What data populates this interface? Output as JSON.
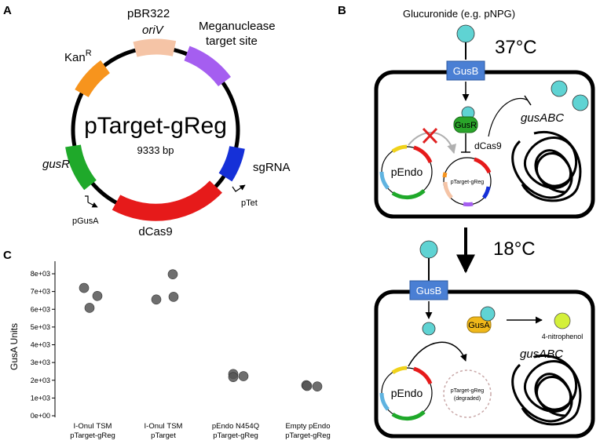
{
  "panel_a": {
    "label": "A",
    "plasmid_name": "pTarget-gReg",
    "size": "9333 bp",
    "features": {
      "pbr322": "pBR322",
      "oriv": "oriV",
      "meganuclease_line1": "Meganuclease",
      "meganuclease_line2": "target site",
      "kanr_main": "Kan",
      "kanr_sup": "R",
      "gusr": "gusR",
      "sgrna": "sgRNA",
      "dcas9": "dCas9",
      "pgusa": "pGusA",
      "ptet": "pTet"
    },
    "colors": {
      "kanr": "#f7941d",
      "oriv": "#f5c4a6",
      "meganuclease": "#a55ef0",
      "gusr": "#1fa92a",
      "sgrna": "#1530d8",
      "dcas9": "#e61a1a"
    }
  },
  "panel_b": {
    "label": "B",
    "substrate": "Glucuronide (e.g. pNPG)",
    "temp_top": "37°C",
    "temp_bottom": "18°C",
    "gusb": "GusB",
    "gusr": "GusR",
    "gusa": "GusA",
    "gusabc": "gusABC",
    "dcas9": "dCas9",
    "pendo": "pEndo",
    "ptarget_small": "pTarget-gReg",
    "ptarget_degraded_line1": "pTarget-gReg",
    "ptarget_degraded_line2": "(degraded)",
    "product": "4-nitrophenol",
    "colors": {
      "gusb": "#4a7fd4",
      "gusr": "#2aa52a",
      "gusa": "#f0b81a",
      "molecule": "#5fd3d3",
      "product": "#d4f03a"
    }
  },
  "panel_c": {
    "label": "C",
    "chart_data": {
      "type": "scatter",
      "ylabel": "GusA Units",
      "ylim": [
        0,
        8500
      ],
      "yticks": [
        "0e+00",
        "1e+03",
        "2e+03",
        "3e+03",
        "4e+03",
        "5e+03",
        "6e+03",
        "7e+03",
        "8e+03"
      ],
      "categories": [
        [
          "I-OnuI TSM",
          "pTarget-gReg"
        ],
        [
          "I-OnuI TSM",
          "pTarget"
        ],
        [
          "pEndo N454Q",
          "pTarget-gReg"
        ],
        [
          "Empty pEndo",
          "pTarget-gReg"
        ]
      ],
      "points": [
        [
          7200,
          6750,
          6080
        ],
        [
          6550,
          7970,
          6700
        ],
        [
          2350,
          2180,
          2230
        ],
        [
          1720,
          1680,
          1650
        ]
      ],
      "point_color": "#555555"
    }
  }
}
